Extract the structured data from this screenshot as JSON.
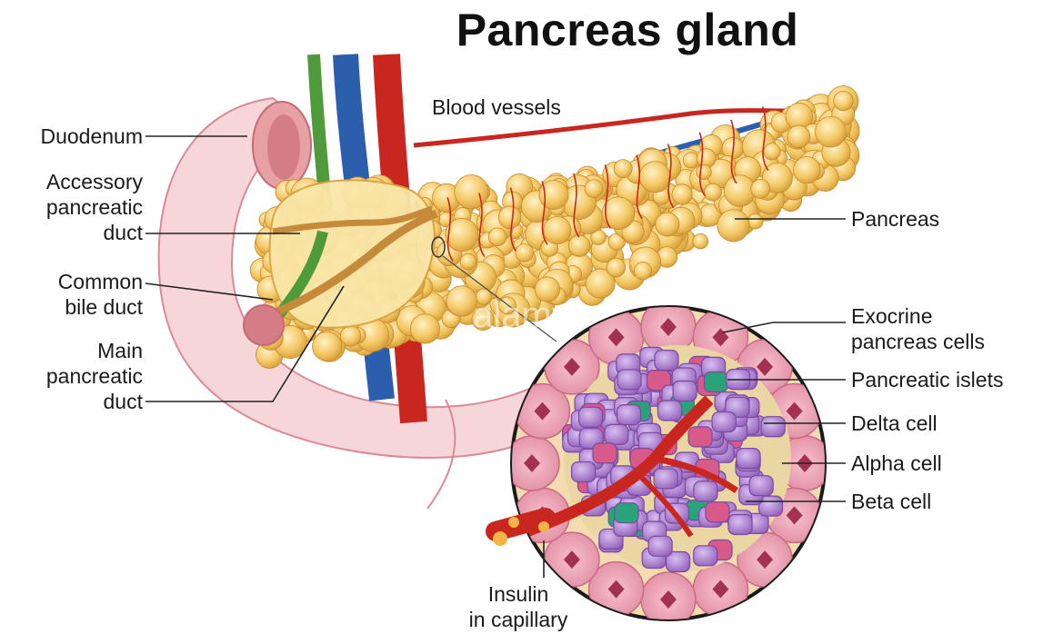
{
  "title": "Pancreas gland",
  "labels": {
    "duodenum": "Duodenum",
    "accessory_duct": [
      "Accessory",
      "pancreatic",
      "duct"
    ],
    "common_bile_duct": [
      "Common",
      "bile duct"
    ],
    "main_duct": [
      "Main",
      "pancreatic",
      "duct"
    ],
    "blood_vessels": "Blood vessels",
    "pancreas": "Pancreas",
    "exocrine": [
      "Exocrine",
      "pancreas cells"
    ],
    "islets": "Pancreatic islets",
    "delta": "Delta cell",
    "alpha": "Alpha cell",
    "beta": "Beta cell",
    "insulin": [
      "Insulin",
      "in capillary"
    ]
  },
  "watermark": "alamy",
  "colors": {
    "gland": "#f2c96a",
    "gland_dark": "#d9a441",
    "duodenum": "#f6d5d8",
    "duodenum_edge": "#d98b95",
    "artery": "#c8261f",
    "vein": "#2b5fae",
    "bile": "#4f9a3a",
    "islet": "#a678c9",
    "alpha": "#d75a8a",
    "delta": "#2aa37a"
  }
}
